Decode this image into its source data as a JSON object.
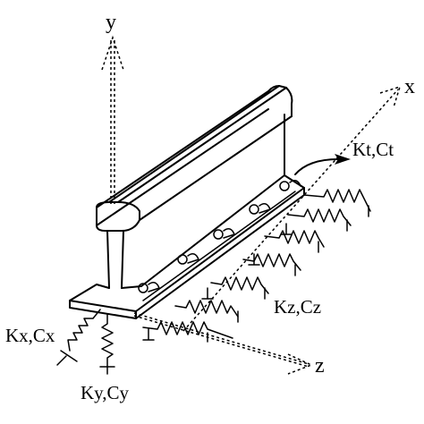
{
  "labels": {
    "y_axis": "y",
    "x_axis": "x",
    "z_axis": "z",
    "rail_fastening": "Kt,Ct",
    "lateral_spring": "Kz,Cz",
    "longitudinal_spring": "Kx,Cx",
    "vertical_spring": "Ky,Cy"
  }
}
